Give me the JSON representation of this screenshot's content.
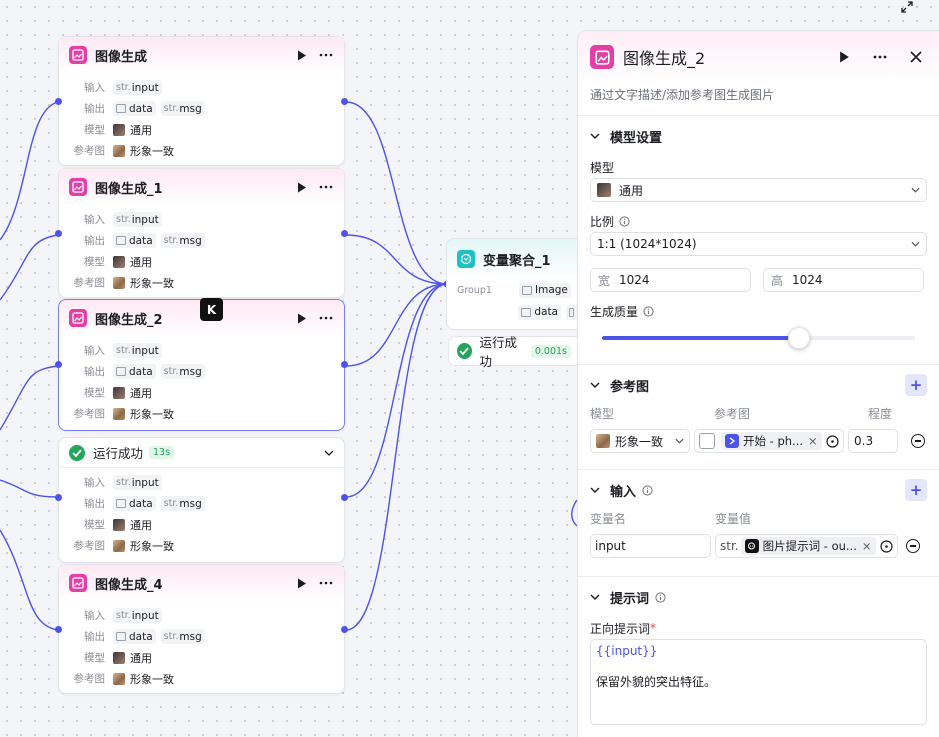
{
  "nodes": [
    {
      "title": "图像生成",
      "kind": "normal"
    },
    {
      "title": "图像生成_1",
      "kind": "normal"
    },
    {
      "title": "图像生成_2",
      "kind": "selected"
    },
    {
      "title": "运行成功",
      "kind": "status",
      "badge": "13s"
    },
    {
      "title": "图像生成_4",
      "kind": "normal"
    }
  ],
  "node_rows": {
    "input_label": "输入",
    "output_label": "输出",
    "model_label": "模型",
    "ref_label": "参考图",
    "str_prefix": "str.",
    "input_tag": "input",
    "output_data": "data",
    "output_msg": "msg",
    "model_value": "通用",
    "ref_value": "形象一致"
  },
  "floating_badge": "K",
  "aggregator": {
    "title": "变量聚合_1",
    "group": "Group1",
    "out1": "Image",
    "out2": "data",
    "status": "运行成功",
    "badge": "0.001s"
  },
  "panel": {
    "title": "图像生成_2",
    "description": "通过文字描述/添加参考图生成图片",
    "model_section": {
      "title": "模型设置",
      "model_label": "模型",
      "model_value": "通用",
      "ratio_label": "比例",
      "ratio_value": "1:1 (1024*1024)",
      "width_prefix": "宽",
      "width_value": "1024",
      "height_prefix": "高",
      "height_value": "1024",
      "quality_label": "生成质量",
      "quality_level": 0.63
    },
    "ref_section": {
      "title": "参考图",
      "col_model": "模型",
      "col_ref": "参考图",
      "col_degree": "程度",
      "model_value": "形象一致",
      "ref_chip": "开始 - ph...",
      "degree_value": "0.3"
    },
    "input_section": {
      "title": "输入",
      "col_name": "变量名",
      "col_value": "变量值",
      "var_name": "input",
      "str_prefix": "str.",
      "var_chip": "图片提示词 - ou..."
    },
    "prompt_section": {
      "title": "提示词",
      "positive_label": "正向提示词",
      "required_mark": "*",
      "line1": "{{input}}",
      "line2": "保留外貌的突出特征。"
    }
  },
  "colors": {
    "accent": "#4d53e8",
    "node_icon": "#e33fa6",
    "aggregator_icon": "#1ec2c6",
    "success": "#23a55a"
  }
}
